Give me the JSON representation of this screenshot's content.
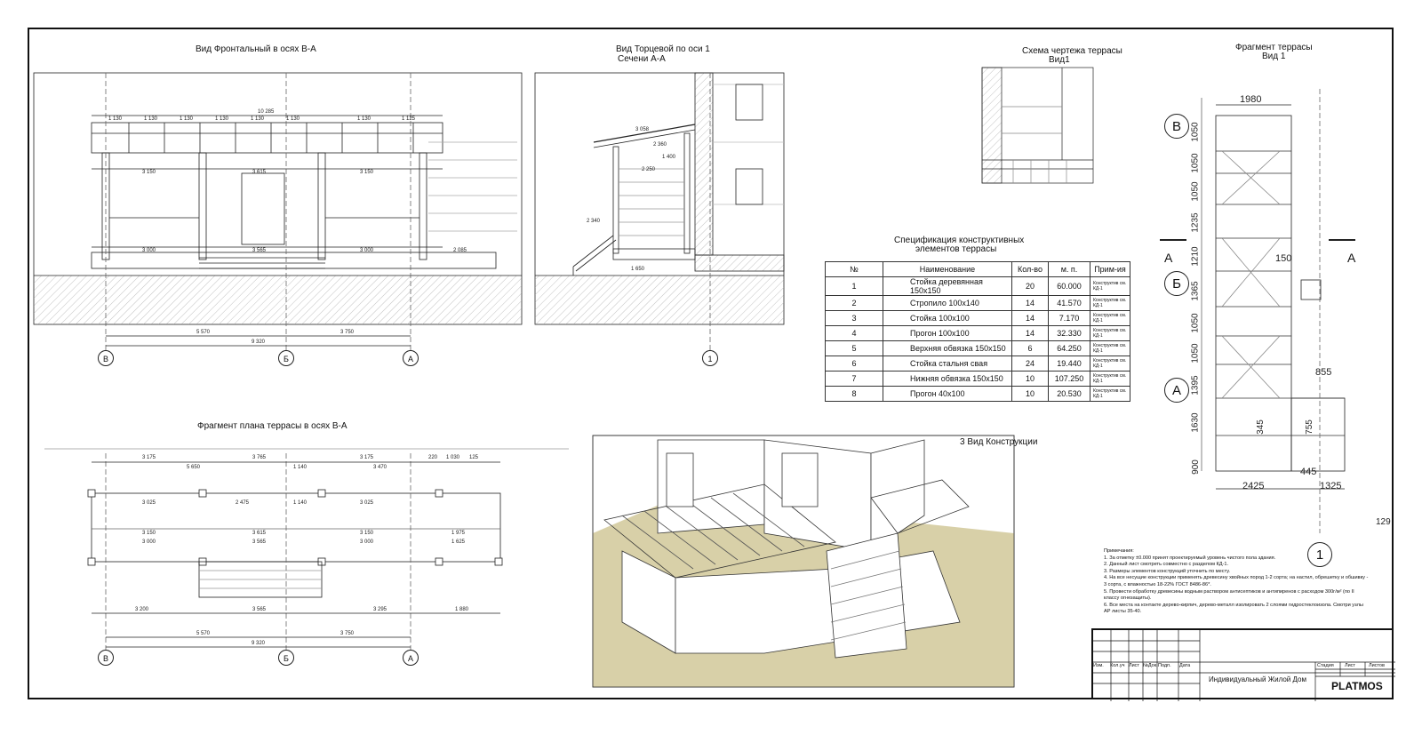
{
  "titles": {
    "front": "Вид Фронтальный в осях В-А",
    "end_line1": "Вид Торцевой по оси 1",
    "end_line2": "Сечени А-А",
    "scheme_line1": "Схема чертежа террасы",
    "scheme_line2": "Вид1",
    "fragment_line1": "Фрагмент террасы",
    "fragment_line2": "Вид 1",
    "plan": "Фрагмент плана террасы в осях В-А",
    "view3d": "3 Вид  Конструкции",
    "spec_line1": "Спецификация конструктивных",
    "spec_line2": "элементов террасы"
  },
  "axes": {
    "front": [
      "В",
      "Б",
      "А"
    ],
    "end": [
      "1"
    ],
    "plan": [
      "В",
      "Б",
      "А"
    ],
    "fragment": [
      "В",
      "Б",
      "А",
      "1"
    ],
    "section_marks": [
      "А",
      "А"
    ]
  },
  "dims": {
    "front_bottom": [
      "5 570",
      "3 750",
      "9 320"
    ],
    "front_top": [
      "1 130",
      "1 130",
      "1 130",
      "1 130",
      "1 130",
      "1 130",
      "1 130",
      "1 125",
      "10 285"
    ],
    "front_mid": [
      "3 150",
      "3 615",
      "3 150",
      "2 085"
    ],
    "front_low": [
      "3 000",
      "3 565",
      "3 000"
    ],
    "end_dims": [
      "3 058",
      "2 360",
      "1 400",
      "2 250",
      "1 650",
      "2 340"
    ],
    "plan_top": [
      "3 175",
      "3 765",
      "3 175",
      "220",
      "1 030",
      "125"
    ],
    "plan_mid": [
      "5 650",
      "1 140",
      "3 470",
      "3 025",
      "2 475",
      "1 140",
      "3 025"
    ],
    "plan_row2": [
      "3 150",
      "3 615",
      "3 150",
      "1 975"
    ],
    "plan_row3": [
      "3 000",
      "3 565",
      "3 000",
      "1 625"
    ],
    "plan_row4": [
      "3 200",
      "3 565",
      "3 295",
      "1 880"
    ],
    "plan_bottom": [
      "5 570",
      "3 750",
      "9 320"
    ],
    "fragment_left": [
      "1050",
      "1050",
      "1050",
      "1235",
      "1210",
      "1365",
      "1050",
      "1050",
      "1395",
      "1630",
      "900"
    ],
    "fragment_top": "1980",
    "fragment_bottom": [
      "2425",
      "1325",
      "445"
    ],
    "fragment_misc": [
      "150",
      "855",
      "345",
      "755",
      "129"
    ]
  },
  "spec": {
    "headers": [
      "№",
      "Наименование",
      "Кол-во",
      "м. п.",
      "Прим-ия"
    ],
    "rows": [
      {
        "n": "1",
        "name": "Стойка деревянная 150х150",
        "qty": "20",
        "len": "60.000",
        "note": "Конструктив см. КД-1"
      },
      {
        "n": "2",
        "name": "Стропило 100х140",
        "qty": "14",
        "len": "41.570",
        "note": "Конструктив см. КД-1"
      },
      {
        "n": "3",
        "name": "Стойка 100х100",
        "qty": "14",
        "len": "7.170",
        "note": "Конструктив см. КД-1"
      },
      {
        "n": "4",
        "name": "Прогон 100х100",
        "qty": "14",
        "len": "32.330",
        "note": "Конструктив см. КД-1"
      },
      {
        "n": "5",
        "name": "Верхняя обвязка 150х150",
        "qty": "6",
        "len": "64.250",
        "note": "Конструктив см. КД-1"
      },
      {
        "n": "6",
        "name": "Стойка стальня свая",
        "qty": "24",
        "len": "19.440",
        "note": "Конструктив см. КД-1"
      },
      {
        "n": "7",
        "name": "Нижняя обвязка 150х150",
        "qty": "10",
        "len": "107.250",
        "note": "Конструктив см. КД-1"
      },
      {
        "n": "8",
        "name": "Прогон 40х100",
        "qty": "10",
        "len": "20.530",
        "note": "Конструктив см. КД-1"
      }
    ]
  },
  "notes": {
    "heading": "Примечания:",
    "items": [
      "1.  За отметку ±0.000 принят проектируемый уровень чистого пола здания.",
      "2.  Данный лист смотреть совместно с разделом КД-1.",
      "3.  Размеры элементов конструкций уточнить по месту.",
      "4.  На все  несущие конструкции применять древесину хвойных пород 1-2 сорта; на настил, обрешетку и обшивку - 3 сорта, с влажностью 18-22% ГОСТ 8486-86*.",
      "5.  Провести обработку древесины водным раствором антисептиков и антипиренов с расходом 300г/м² (по II классу огнезащиты).",
      "6.  Все места на контакте дерево-кирпич, дерево-металл изолировать 2 слоями гидростеклоизола. Смотри узлы АР листы 35-40."
    ]
  },
  "stamp": {
    "cols": [
      "Изм.",
      "Кол.уч",
      "Лист",
      "№Док.",
      "Подп.",
      "Дата"
    ],
    "project": "Индивидуальный Жилой Дом",
    "stage": "Стадия",
    "sheet": "Лист",
    "sheets": "Листов",
    "logo": "PLATMOS"
  },
  "colors": {
    "line": "#222222",
    "hatch": "#888888",
    "ground_3d": "#d8d0a8"
  }
}
